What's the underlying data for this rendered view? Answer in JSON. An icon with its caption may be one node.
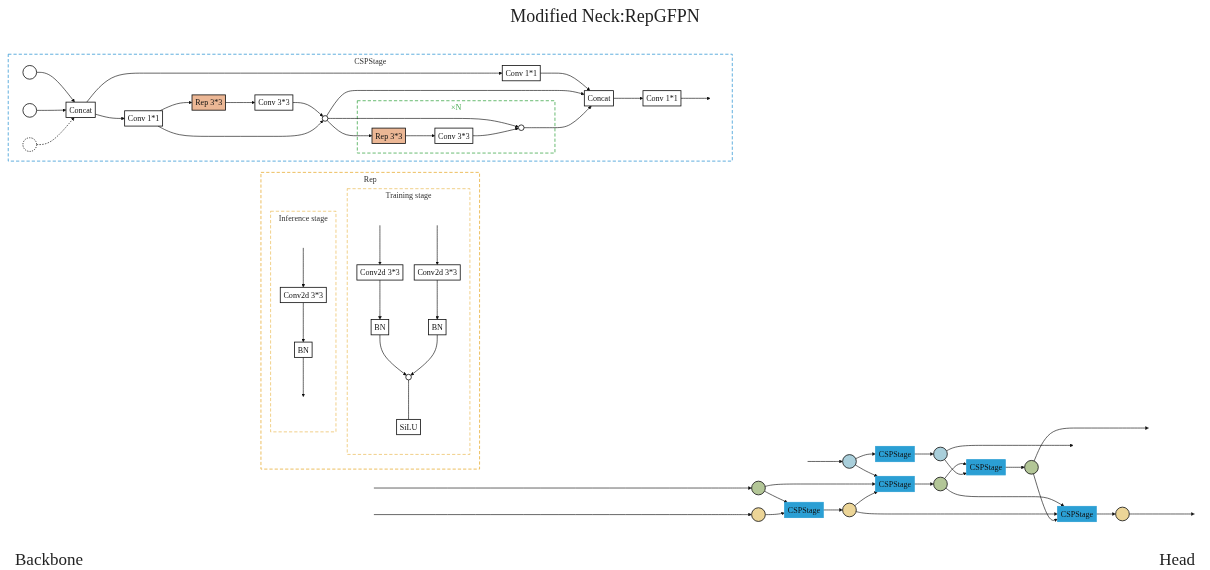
{
  "diagram": {
    "title": "Modified Neck:RepGFPN",
    "nodes": [
      {
        "text": [],
        "shape": "circle"
      },
      {
        "text": [],
        "shape": "circle"
      },
      {
        "text": [],
        "shape": "circle"
      },
      {
        "text": [
          "CSPStage"
        ]
      },
      {
        "text": [
          "CSPStage"
        ]
      },
      {
        "text": [
          "CSPStage"
        ]
      },
      {
        "text": [],
        "shape": "circle"
      },
      {
        "text": [],
        "shape": "circle"
      },
      {
        "text": [
          "CSPStage"
        ]
      },
      {
        "text": [
          "CSPStage"
        ]
      },
      {
        "text": [],
        "shape": "circle"
      },
      {
        "text": [],
        "shape": "circle"
      },
      {
        "text": [],
        "shape": "circle"
      },
      {
        "text": [
          "Rep"
        ]
      },
      {
        "text": [
          "Training stage"
        ],
        "in": 13
      },
      {
        "text": [
          "Conv2d 3*3"
        ],
        "in": 14
      },
      {
        "text": [
          "Conv2d 3*3"
        ],
        "in": 14
      },
      {
        "text": [
          "BN"
        ],
        "in": 14
      },
      {
        "text": [
          "BN"
        ],
        "in": 14
      },
      {
        "text": [],
        "shape": "circle",
        "in": 14
      },
      {
        "text": [
          "SiLU"
        ],
        "in": 14
      },
      {
        "text": [
          "Inference stage"
        ],
        "in": 13
      },
      {
        "text": [
          "Conv2d 3*3"
        ],
        "in": 21
      },
      {
        "text": [
          "BN"
        ],
        "in": 21
      },
      {
        "text": [
          "CSPStage"
        ]
      },
      {
        "text": [],
        "shape": "circle",
        "in": 24
      },
      {
        "text": [],
        "shape": "circle",
        "in": 24
      },
      {
        "text": [],
        "shape": "circle",
        "in": 24
      },
      {
        "text": [
          "Concat"
        ],
        "in": 24
      },
      {
        "text": [
          "Conv 1*1"
        ],
        "in": 24
      },
      {
        "text": [
          "Conv 1*1"
        ],
        "in": 24
      },
      {
        "text": [
          "Rep 3*3"
        ],
        "in": 24
      },
      {
        "text": [
          "Conv 3*3"
        ],
        "in": 24
      },
      {
        "text": [],
        "shape": "circle",
        "in": 24
      },
      {
        "text": [
          "×N"
        ],
        "in": 24
      },
      {
        "text": [
          "Rep 3*3"
        ],
        "in": 34
      },
      {
        "text": [
          "Conv 3*3"
        ],
        "in": 34
      },
      {
        "text": [],
        "shape": "circle",
        "in": 34
      },
      {
        "text": [
          "Concat"
        ],
        "in": 24
      },
      {
        "text": [
          "Conv 1*1"
        ],
        "in": 24
      }
    ],
    "edges": [
      {
        "from": null,
        "to": 0,
        "arrow": "to"
      },
      {
        "from": null,
        "to": 1,
        "arrow": "to"
      },
      {
        "from": null,
        "to": 2,
        "arrow": "to"
      },
      {
        "from": 0,
        "to": 3,
        "arrow": "to"
      },
      {
        "from": 0,
        "to": 4,
        "arrow": "to"
      },
      {
        "from": 1,
        "to": 4,
        "arrow": "to"
      },
      {
        "from": 1,
        "to": 5,
        "arrow": "to"
      },
      {
        "from": 2,
        "to": 5,
        "arrow": "to"
      },
      {
        "from": 3,
        "to": 10,
        "arrow": "to"
      },
      {
        "from": 4,
        "to": 6,
        "arrow": "to"
      },
      {
        "from": 6,
        "to": 8,
        "arrow": "to"
      },
      {
        "from": 6,
        "to": 9,
        "arrow": "to"
      },
      {
        "from": 5,
        "to": 7,
        "arrow": "to"
      },
      {
        "from": 7,
        "to": 4,
        "arrow": "to"
      },
      {
        "from": 7,
        "to": 9,
        "arrow": "to"
      },
      {
        "from": 10,
        "to": 8,
        "arrow": "to"
      },
      {
        "from": 8,
        "to": 11,
        "arrow": "to"
      },
      {
        "from": 11,
        "to": 9,
        "arrow": "to"
      },
      {
        "from": 9,
        "to": 12,
        "arrow": "to"
      },
      {
        "from": 10,
        "to": null,
        "arrow": "to"
      },
      {
        "from": 11,
        "to": null,
        "arrow": "to"
      },
      {
        "from": 12,
        "to": null,
        "arrow": "to"
      },
      {
        "from": null,
        "to": 15,
        "arrow": "to"
      },
      {
        "from": null,
        "to": 16,
        "arrow": "to"
      },
      {
        "from": 15,
        "to": 17,
        "arrow": "to"
      },
      {
        "from": 16,
        "to": 18,
        "arrow": "to"
      },
      {
        "from": 17,
        "to": 19,
        "arrow": "to"
      },
      {
        "from": 18,
        "to": 19,
        "arrow": "to"
      },
      {
        "from": 19,
        "to": 20,
        "arrow": "none"
      },
      {
        "from": null,
        "to": 22,
        "arrow": "to"
      },
      {
        "from": 22,
        "to": 23,
        "arrow": "to"
      },
      {
        "from": 23,
        "to": null,
        "arrow": "to"
      },
      {
        "from": 25,
        "to": 28,
        "arrow": "to"
      },
      {
        "from": 26,
        "to": 28,
        "arrow": "to"
      },
      {
        "from": 27,
        "to": 28,
        "arrow": "to",
        "style": "dashed"
      },
      {
        "from": 28,
        "to": 29,
        "arrow": "to"
      },
      {
        "from": 28,
        "to": 30,
        "arrow": "to"
      },
      {
        "from": 29,
        "to": 38,
        "arrow": "to"
      },
      {
        "from": 30,
        "to": 31,
        "arrow": "to"
      },
      {
        "from": 31,
        "to": 32,
        "arrow": "to"
      },
      {
        "from": 32,
        "to": 33,
        "arrow": "to"
      },
      {
        "from": 30,
        "to": 33,
        "arrow": "to"
      },
      {
        "from": 33,
        "to": 35,
        "arrow": "to"
      },
      {
        "from": 33,
        "to": 37,
        "arrow": "to"
      },
      {
        "from": 33,
        "to": 38,
        "arrow": "to"
      },
      {
        "from": 35,
        "to": 36,
        "arrow": "to"
      },
      {
        "from": 36,
        "to": 37,
        "arrow": "to"
      },
      {
        "from": 37,
        "to": 38,
        "arrow": "to"
      },
      {
        "from": 38,
        "to": 39,
        "arrow": "to"
      },
      {
        "from": 39,
        "to": null,
        "arrow": "to"
      }
    ],
    "labels": [
      "Backbone",
      "Head"
    ]
  }
}
